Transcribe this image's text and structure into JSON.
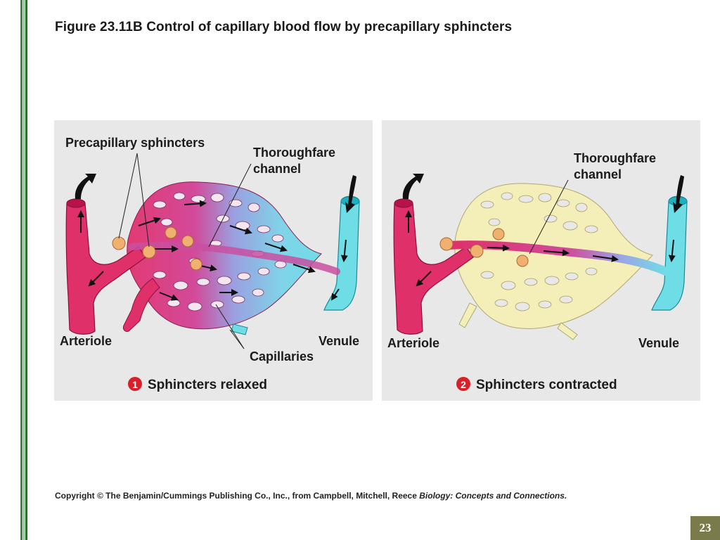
{
  "title": "Figure 23.11B  Control of capillary blood flow by precapillary sphincters",
  "panel1": {
    "label_sphincters": "Precapillary sphincters",
    "label_thoroughfare_1": "Thoroughfare",
    "label_thoroughfare_2": "channel",
    "label_arteriole": "Arteriole",
    "label_venule": "Venule",
    "label_capillaries": "Capillaries",
    "step_number": "1",
    "caption": "Sphincters relaxed"
  },
  "panel2": {
    "label_thoroughfare_1": "Thoroughfare",
    "label_thoroughfare_2": "channel",
    "label_arteriole": "Arteriole",
    "label_venule": "Venule",
    "step_number": "2",
    "caption": "Sphincters contracted"
  },
  "copyright": {
    "text": "Copyright © The Benjamin/Cummings Publishing Co., Inc., from Campbell, Mitchell, Reece",
    "book": "Biology: Concepts and Connections."
  },
  "page_number": "23",
  "colors": {
    "artery": "#e0306a",
    "vein": "#6fdde6",
    "capillary_closed": "#f4efb8",
    "sphincter": "#f0b070",
    "rail": "#2e8b2e",
    "badge": "#7a7a4a"
  }
}
